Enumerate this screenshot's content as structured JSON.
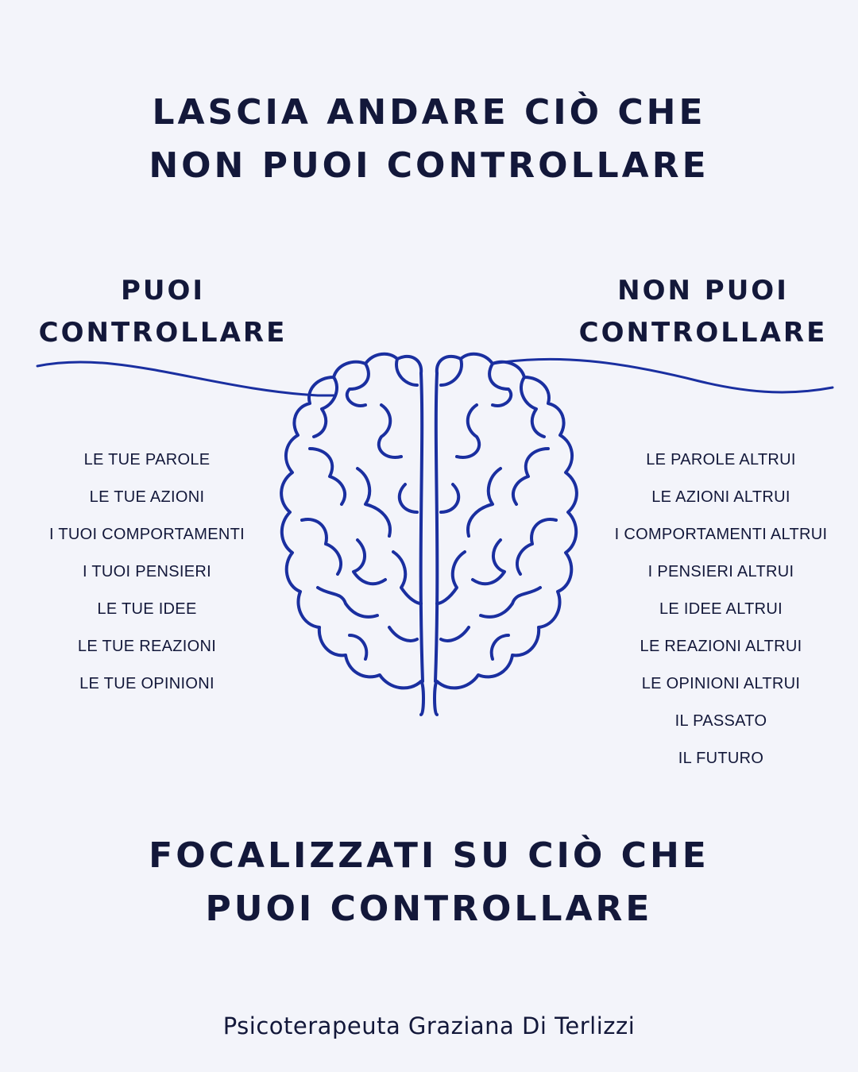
{
  "title": {
    "line1": "LASCIA ANDARE CIÒ CHE",
    "line2": "NON PUOI CONTROLLARE"
  },
  "left_column": {
    "heading_line1": "PUOI",
    "heading_line2": "CONTROLLARE",
    "items": [
      "LE TUE PAROLE",
      "LE TUE AZIONI",
      "I TUOI COMPORTAMENTI",
      "I TUOI PENSIERI",
      "LE TUE IDEE",
      "LE TUE REAZIONI",
      "LE TUE OPINIONI"
    ]
  },
  "right_column": {
    "heading_line1": "NON PUOI",
    "heading_line2": "CONTROLLARE",
    "items": [
      "LE PAROLE ALTRUI",
      "LE AZIONI ALTRUI",
      "I COMPORTAMENTI ALTRUI",
      "I PENSIERI ALTRUI",
      "LE IDEE ALTRUI",
      "LE REAZIONI ALTRUI",
      "LE OPINIONI ALTRUI",
      "IL PASSATO",
      "IL FUTURO"
    ]
  },
  "bottom_title": {
    "line1": "FOCALIZZATI SU CIÒ CHE",
    "line2": "PUOI CONTROLLARE"
  },
  "footer": "Psicoterapeuta Graziana Di Terlizzi",
  "icons": [
    "brain-icon",
    "wave-line"
  ],
  "colors": {
    "background": "#f3f4fa",
    "text": "#13183a",
    "accent_blue": "#1a2fa0"
  }
}
